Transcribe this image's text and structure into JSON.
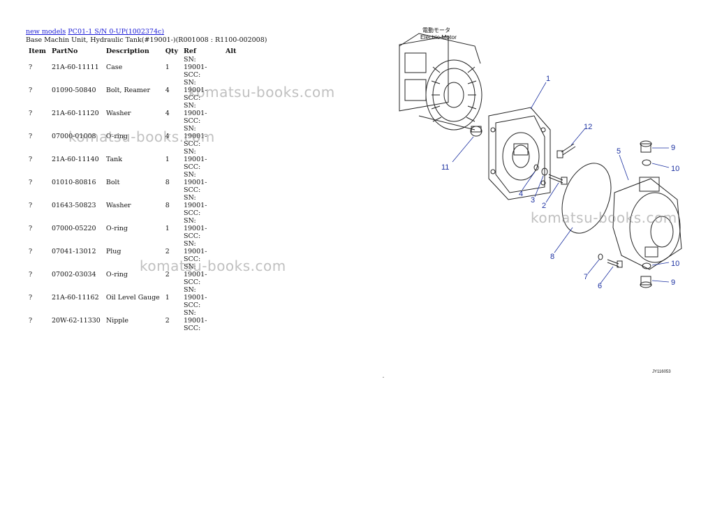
{
  "breadcrumb": {
    "link1": "new models",
    "link2": "PC01-1 S/N 0-UP(1002374c)"
  },
  "subtitle": "Base Machin Unit, Hydraulic Tank(#19001-)(R001008 : R1100-002008)",
  "table": {
    "headers": {
      "item": "Item",
      "partno": "PartNo",
      "desc": "Description",
      "qty": "Qty",
      "ref": "Ref",
      "alt": "Alt"
    },
    "rows": [
      {
        "item": "?",
        "partno": "21A-60-11111",
        "desc": "Case",
        "qty": "1",
        "ref": "SN: 19001-SCC:"
      },
      {
        "item": "?",
        "partno": "01090-50840",
        "desc": "Bolt, Reamer",
        "qty": "4",
        "ref": "SN: 19001-SCC:"
      },
      {
        "item": "?",
        "partno": "21A-60-11120",
        "desc": "Washer",
        "qty": "4",
        "ref": "SN: 19001-SCC:"
      },
      {
        "item": "?",
        "partno": "07000-01008",
        "desc": "O-ring",
        "qty": "4",
        "ref": "SN: 19001-SCC:"
      },
      {
        "item": "?",
        "partno": "21A-60-11140",
        "desc": "Tank",
        "qty": "1",
        "ref": "SN: 19001-SCC:"
      },
      {
        "item": "?",
        "partno": "01010-80816",
        "desc": "Bolt",
        "qty": "8",
        "ref": "SN: 19001-SCC:"
      },
      {
        "item": "?",
        "partno": "01643-50823",
        "desc": "Washer",
        "qty": "8",
        "ref": "SN: 19001-SCC:"
      },
      {
        "item": "?",
        "partno": "07000-05220",
        "desc": "O-ring",
        "qty": "1",
        "ref": "SN: 19001-SCC:"
      },
      {
        "item": "?",
        "partno": "07041-13012",
        "desc": "Plug",
        "qty": "2",
        "ref": "SN: 19001-SCC:"
      },
      {
        "item": "?",
        "partno": "07002-03034",
        "desc": "O-ring",
        "qty": "2",
        "ref": "SN: 19001-SCC:"
      },
      {
        "item": "?",
        "partno": "21A-60-11162",
        "desc": "Oil Level Gauge",
        "qty": "1",
        "ref": "SN: 19001-SCC:"
      },
      {
        "item": "?",
        "partno": "20W-62-11330",
        "desc": "Nipple",
        "qty": "2",
        "ref": "SN: 19001-SCC:"
      }
    ]
  },
  "watermark": "komatsu-books.com",
  "diagram": {
    "jp_label": "電動モータ",
    "title": "Electric Motor",
    "figure_id": "JY116053",
    "callouts": [
      "1",
      "2",
      "3",
      "4",
      "5",
      "6",
      "7",
      "8",
      "9",
      "10",
      "11",
      "12",
      "9",
      "10"
    ]
  }
}
